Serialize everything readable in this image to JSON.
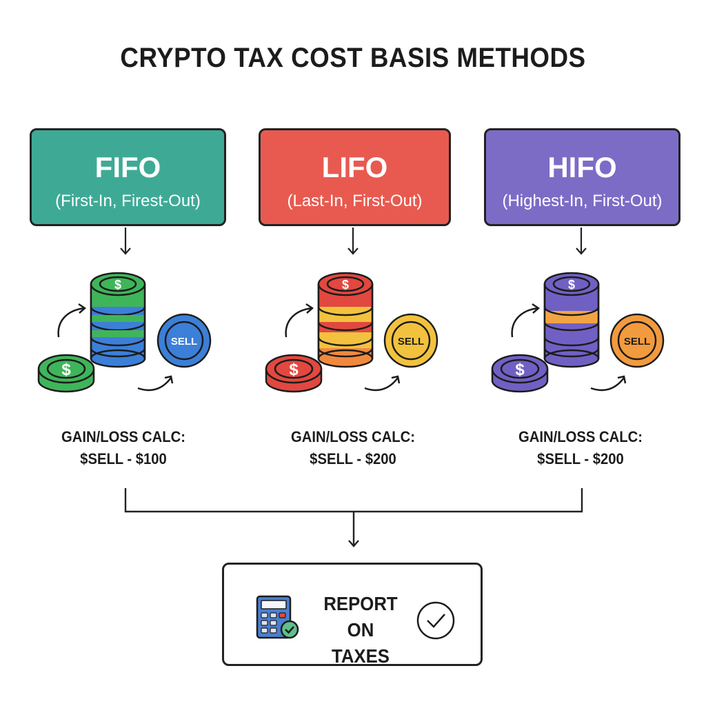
{
  "title": "CRYPTO TAX COST BASIS METHODS",
  "methods": [
    {
      "abbr": "FIFO",
      "full": "(First-In, Firest-Out)",
      "color": "#3eaa96",
      "calc_label": "GAIN/LOSS CALC:",
      "calc_formula": "$SELL - $100",
      "coin_primary": "#3fb55a",
      "coin_secondary": "#3c7fd8",
      "sell_color": "#3c7fd8",
      "sell_text_color": "#ffffff",
      "coin_icon": "dollar-sign",
      "sell_label": "SELL"
    },
    {
      "abbr": "LIFO",
      "full": "(Last-In, First-Out)",
      "color": "#e85a50",
      "calc_label": "GAIN/LOSS CALC:",
      "calc_formula": "$SELL - $200",
      "coin_primary": "#e2483f",
      "coin_secondary": "#f2c23e",
      "sell_color": "#f2c23e",
      "sell_text_color": "#1c1c1c",
      "coin_icon": "dollar-sign",
      "sell_label": "SELL"
    },
    {
      "abbr": "HIFO",
      "full": "(Highest-In, First-Out)",
      "color": "#7d6cc6",
      "calc_label": "GAIN/LOSS CALC:",
      "calc_formula": "$SELL - $200",
      "coin_primary": "#7160c4",
      "coin_secondary": "#f2a444",
      "sell_color": "#f29a3e",
      "sell_text_color": "#1c1c1c",
      "coin_icon": "dollar-sign",
      "sell_label": "SELL"
    }
  ],
  "report": {
    "line1": "REPORT",
    "line2": "ON TAXES",
    "icon_left": "calculator-icon",
    "icon_right": "checkmark-circle-icon"
  }
}
